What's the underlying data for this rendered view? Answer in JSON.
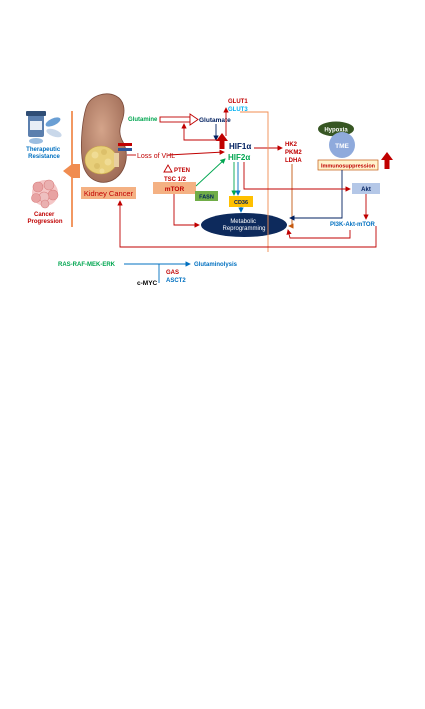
{
  "labels": {
    "therapeutic_resistance": [
      "Therapeutic",
      "Resistance"
    ],
    "cancer_progression": [
      "Cancer",
      "Progression"
    ],
    "kidney_cancer": "Kidney Cancer",
    "loss_of_vhl": "Loss of VHL",
    "glutamine": "Glutamine",
    "glutamate": "Glutamate",
    "glut1": "GLUT1",
    "glut3": "GLUT3",
    "hif1a": "HIF1α",
    "hif2a": "HIF2α",
    "pten": "PTEN",
    "tsc": "TSC 1/2",
    "mtor": "mTOR",
    "fasn": "FASN",
    "cd36": "CD36",
    "hk2": "HK2",
    "pkm2": "PKM2",
    "ldha": "LDHA",
    "hypoxia": "Hypoxia",
    "tme": "TME",
    "immunosuppression": "Immunosuppression",
    "akt": "Akt",
    "metabolic_reprogramming": [
      "Metabolic",
      "Reprogramming"
    ],
    "pi3k_akt_mtor": "PI3K-Akt-mTOR",
    "ras_raf_mek_erk": "RAS-RAF-MEK-ERK",
    "glutaminolysis": "Glutaminolysis",
    "gas": "GAS",
    "asct2": "ASCT2",
    "c_myc": "c-MYC"
  },
  "colors": {
    "red": "#c00000",
    "green": "#00a650",
    "blue": "#0070c0",
    "navy": "#002060",
    "orange_box": "#f4b183",
    "orange_arrow": "#f08c50",
    "fasn_green": "#70ad47",
    "cd36_yellow": "#ffc000",
    "hypoxia_green": "#375623",
    "tme_blue": "#8faadc",
    "akt_blue": "#b4c7e7",
    "immuno_fill": "#fff2cc",
    "metabolic_navy": "#0d2a5c"
  }
}
